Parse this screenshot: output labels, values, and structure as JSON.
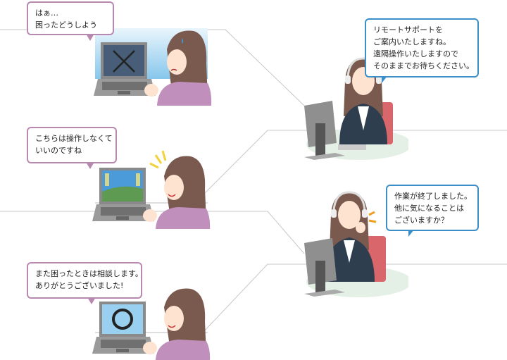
{
  "scenes": [
    {
      "role": "customer",
      "state": "troubled",
      "screen_symbol": "cross-mark",
      "bubble": {
        "lines": [
          "はぁ…",
          "困ったどうしよう"
        ]
      }
    },
    {
      "role": "operator",
      "state": "explaining",
      "bubble": {
        "lines": [
          "リモートサポートを",
          "ご案内いたしますね。",
          "遠隔操作いたしますので",
          "そのままでお待ちください。"
        ]
      }
    },
    {
      "role": "customer",
      "state": "relieved",
      "screen_symbol": "desktop-landscape",
      "bubble": {
        "lines": [
          "こちらは操作しなくて",
          "いいのですね"
        ]
      }
    },
    {
      "role": "operator",
      "state": "finished",
      "bubble": {
        "lines": [
          "作業が終了しました。",
          "他に気になることは",
          "ございますか？"
        ]
      }
    },
    {
      "role": "customer",
      "state": "satisfied",
      "screen_symbol": "circle-mark",
      "bubble": {
        "lines": [
          "また困ったときは相談します。",
          "ありがとうございました!"
        ]
      }
    }
  ],
  "colors": {
    "customer_bubble_border": "#b889b0",
    "operator_bubble_border": "#3c8ec8",
    "connector_line": "#c8c8c8",
    "customer_shirt": "#c08fbb",
    "hair": "#7a5a4e",
    "operator_suit": "#2f3e4e",
    "chair": "#d9666b",
    "desk_shadow": "#e4f0e6"
  }
}
